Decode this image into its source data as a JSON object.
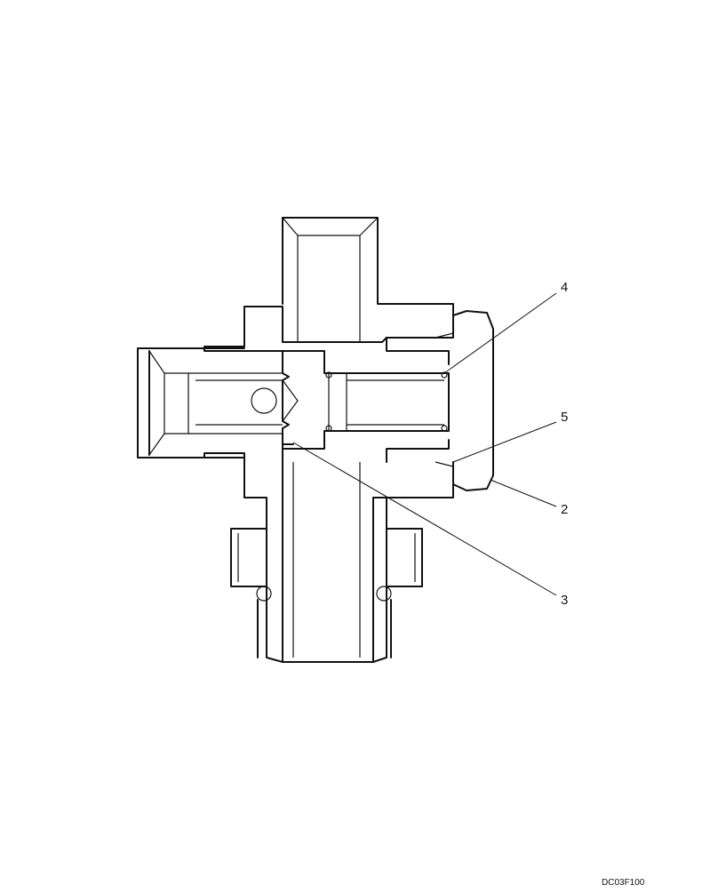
{
  "callouts": {
    "c2": "2",
    "c3": "3",
    "c4": "4",
    "c5": "5"
  },
  "figure_id": "DC03F100"
}
